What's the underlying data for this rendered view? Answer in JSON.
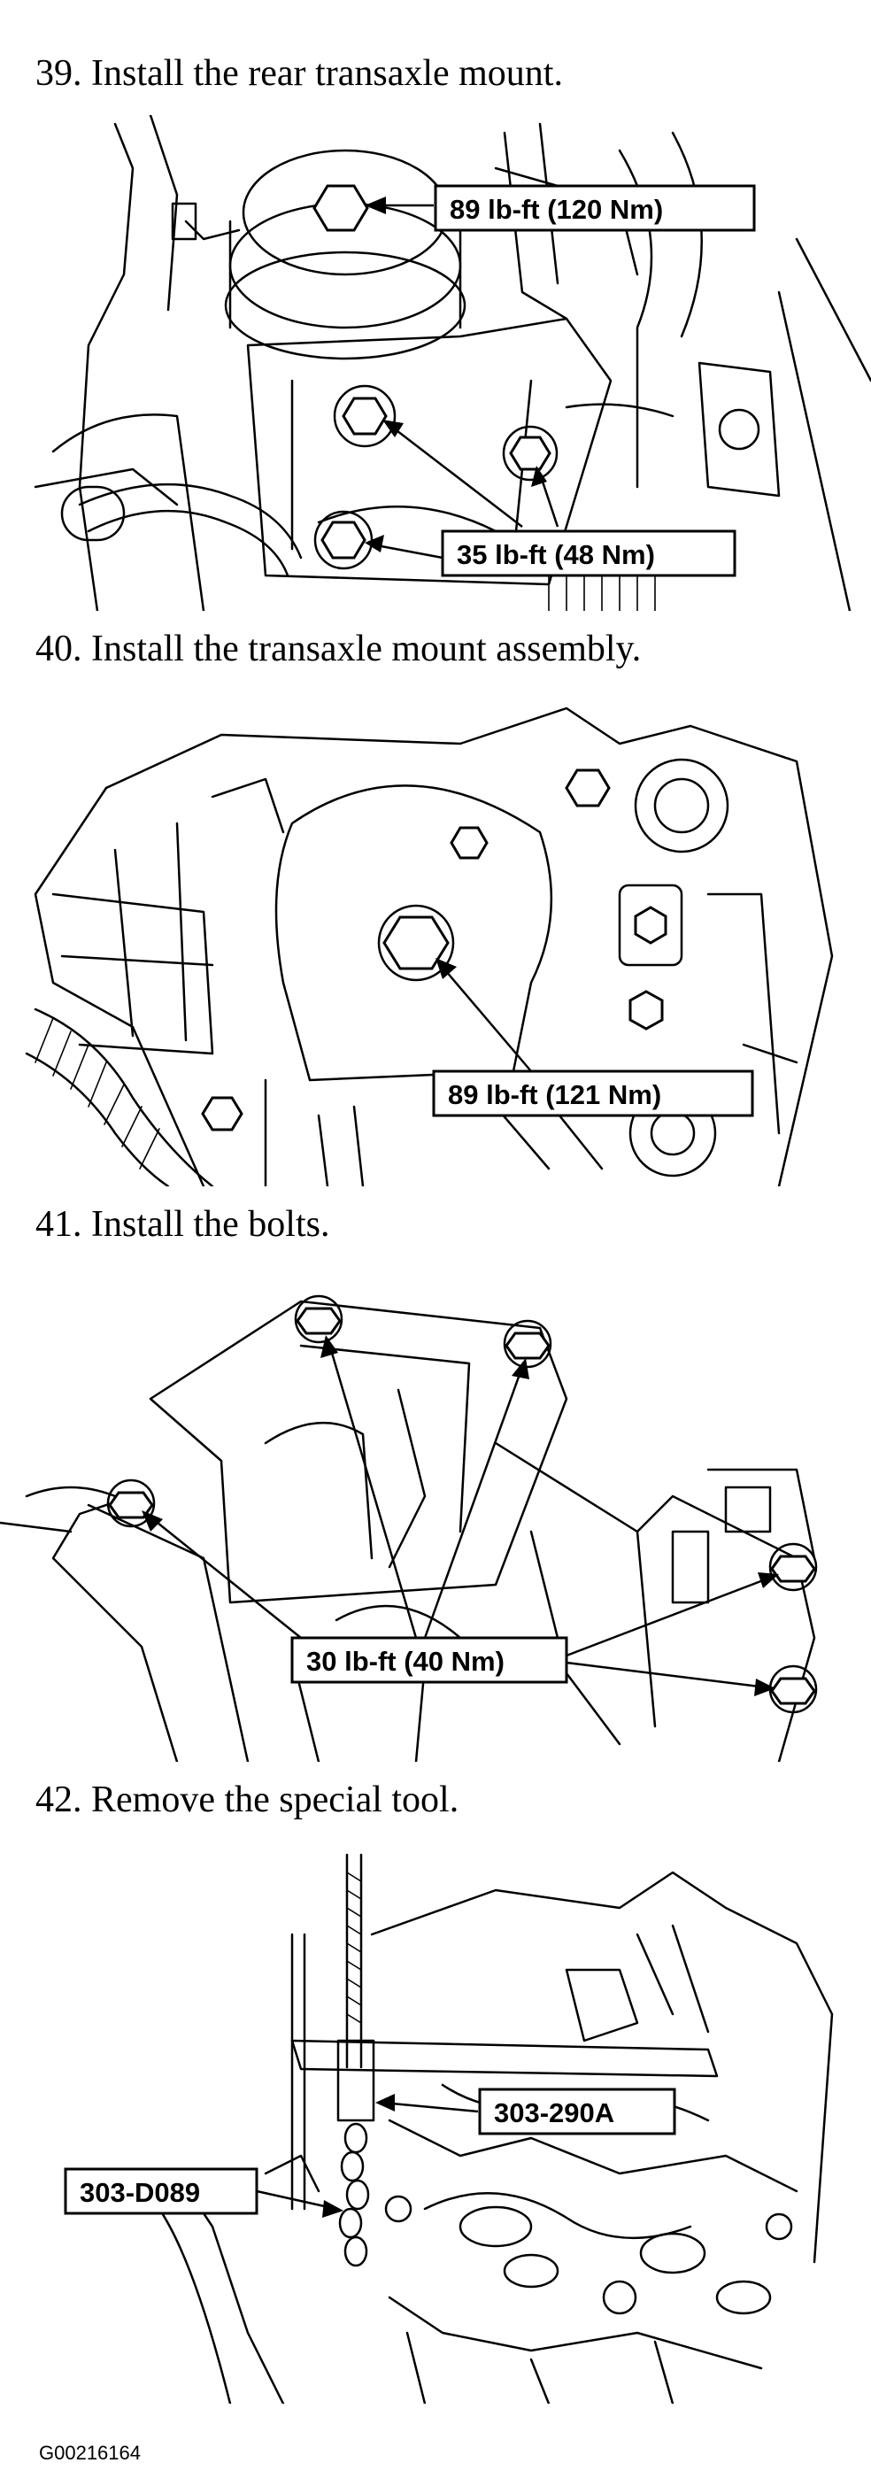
{
  "document": {
    "footer_code": "G00216164"
  },
  "steps": [
    {
      "number": "39.",
      "text": "Install the rear transaxle mount.",
      "callouts": [
        "89 lb-ft (120 Nm)",
        "35 lb-ft (48 Nm)"
      ]
    },
    {
      "number": "40.",
      "text": "Install the transaxle mount assembly.",
      "callouts": [
        "89 lb-ft (121 Nm)"
      ]
    },
    {
      "number": "41.",
      "text": "Install the bolts.",
      "callouts": [
        "30 lb-ft (40 Nm)"
      ]
    },
    {
      "number": "42.",
      "text": "Remove the special tool.",
      "callouts": [
        "303-290A",
        "303-D089"
      ]
    }
  ]
}
